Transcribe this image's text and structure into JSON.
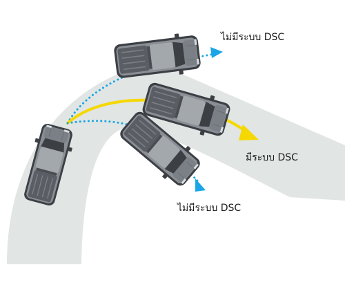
{
  "labels": {
    "top": "ไม่มีระบบ DSC",
    "middle": "มีระบบ DSC",
    "bottom": "ไม่มีระบบ DSC"
  },
  "colors": {
    "road": "#e1e5e4",
    "with_dsc_path": "#f5d800",
    "without_dsc_path": "#1aa6e6",
    "car_body": "#8a8f95",
    "car_dark": "#3c3f44",
    "car_glass": "#6d7278",
    "text": "#1a1a1a"
  },
  "icons": {
    "car_start": "pickup-truck-icon",
    "car_top": "pickup-truck-icon",
    "car_middle": "pickup-truck-icon",
    "car_bottom": "pickup-truck-icon"
  }
}
